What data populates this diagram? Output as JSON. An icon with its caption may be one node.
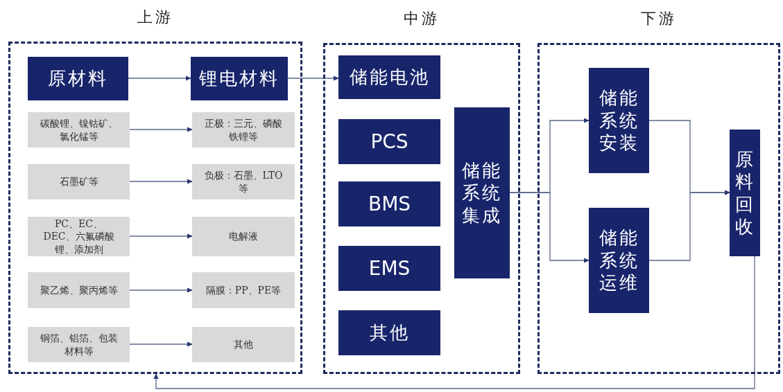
{
  "diagram": {
    "nodes": [
      {
        "text": [
          "上游"
        ]
      },
      {
        "text": [
          "中游"
        ]
      },
      {
        "text": [
          "下游"
        ]
      },
      {
        "text": [
          "原材料"
        ],
        "in": 0
      },
      {
        "text": [
          "锂电材料"
        ],
        "in": 0
      },
      {
        "text": [
          "碳酸锂、镍钴矿、氯化锰等"
        ],
        "in": 0
      },
      {
        "text": [
          "正极：三元、磷酸铁锂等"
        ],
        "in": 0
      },
      {
        "text": [
          "石墨矿等"
        ],
        "in": 0
      },
      {
        "text": [
          "负极：石墨、LTO等"
        ],
        "in": 0
      },
      {
        "text": [
          "PC、EC、DEC、六氟磷酸锂、添加剂"
        ],
        "in": 0
      },
      {
        "text": [
          "电解液"
        ],
        "in": 0
      },
      {
        "text": [
          "聚乙烯、聚丙烯等"
        ],
        "in": 0
      },
      {
        "text": [
          "隔膜：PP、PE等"
        ],
        "in": 0
      },
      {
        "text": [
          "铜箔、铝箔、包装材料等"
        ],
        "in": 0
      },
      {
        "text": [
          "其他"
        ],
        "in": 0
      },
      {
        "text": [
          "储能电池"
        ],
        "in": 1
      },
      {
        "text": [
          "PCS"
        ],
        "in": 1
      },
      {
        "text": [
          "BMS"
        ],
        "in": 1
      },
      {
        "text": [
          "EMS"
        ],
        "in": 1
      },
      {
        "text": [
          "其他"
        ],
        "in": 1
      },
      {
        "text": [
          "储能系统集成"
        ],
        "in": 1
      },
      {
        "text": [
          "储能系统安装"
        ],
        "in": 2
      },
      {
        "text": [
          "储能系统运维"
        ],
        "in": 2
      },
      {
        "text": [
          "原料回收"
        ],
        "in": 2
      }
    ],
    "edges": [
      {
        "from": 3,
        "to": 4,
        "arrow": "to"
      },
      {
        "from": 5,
        "to": 6,
        "arrow": "to"
      },
      {
        "from": 7,
        "to": 8,
        "arrow": "to"
      },
      {
        "from": 9,
        "to": 10,
        "arrow": "to"
      },
      {
        "from": 11,
        "to": 12,
        "arrow": "to"
      },
      {
        "from": 13,
        "to": 14,
        "arrow": "to"
      },
      {
        "from": 4,
        "to": 15,
        "arrow": "to"
      },
      {
        "from": 20,
        "to": 21,
        "arrow": "to"
      },
      {
        "from": 20,
        "to": 22,
        "arrow": "to"
      },
      {
        "from": 21,
        "to": 23,
        "arrow": "to"
      },
      {
        "from": 22,
        "to": 23,
        "arrow": "to"
      },
      {
        "from": 23,
        "to": 0,
        "arrow": "to"
      }
    ]
  }
}
